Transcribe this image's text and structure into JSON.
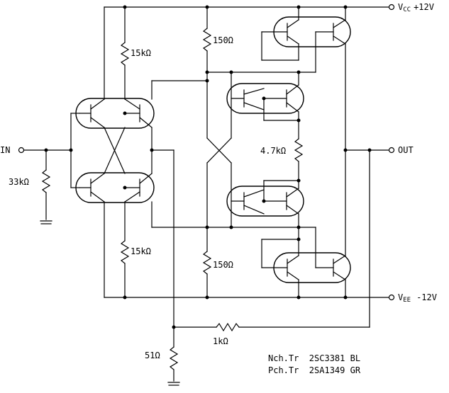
{
  "labels": {
    "in": "IN",
    "out": "OUT",
    "vcc": "V",
    "vcc_sub": "CC",
    "vcc_val": "+12V",
    "vee": "V",
    "vee_sub": "EE",
    "vee_val": "-12V"
  },
  "resistors": {
    "r_in": "33kΩ",
    "r_top_left": "15kΩ",
    "r_bot_left": "15kΩ",
    "r_top_mid": "150Ω",
    "r_bot_mid": "150Ω",
    "r_bias": "4.7kΩ",
    "r_feedback": "1kΩ",
    "r_gnd": "51Ω"
  },
  "notes": {
    "nch": "Nch.Tr  2SC3381 BL",
    "pch": "Pch.Tr  2SA1349 GR"
  }
}
